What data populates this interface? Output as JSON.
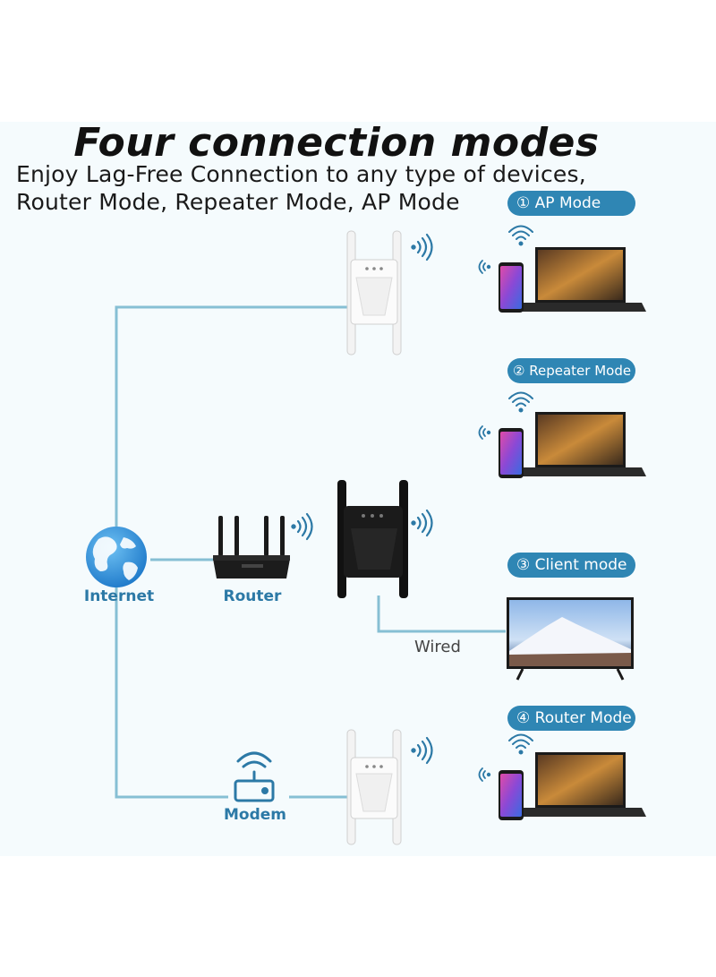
{
  "title": "Four connection modes",
  "subtitle": {
    "line1": "Enjoy Lag-Free Connection to any type of devices,",
    "line2": "Router Mode, Repeater Mode, AP Mode"
  },
  "modes": [
    {
      "num": "①",
      "label": "AP Mode"
    },
    {
      "num": "②",
      "label": "Repeater Mode"
    },
    {
      "num": "③",
      "label": "Client mode"
    },
    {
      "num": "④",
      "label": "Router Mode"
    }
  ],
  "nodes": {
    "internet": "Internet",
    "router": "Router",
    "modem": "Modem",
    "wired": "Wired"
  },
  "colors": {
    "line": "#86bfd4",
    "badge": "#2f86b4",
    "label": "#2c79a6"
  }
}
